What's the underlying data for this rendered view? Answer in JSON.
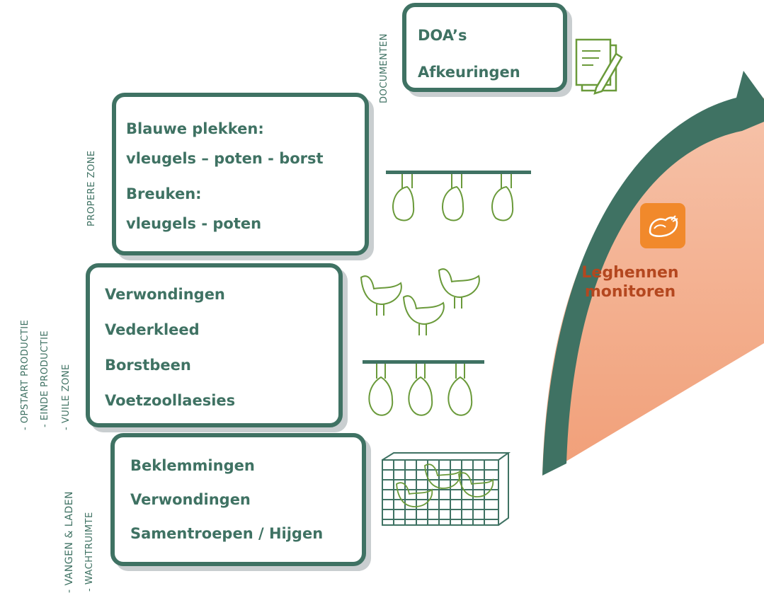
{
  "center": {
    "title_line1": "Leghennen",
    "title_line2": "monitoren",
    "icon": "chicken-icon"
  },
  "documents": {
    "label": "DOCUMENTEN",
    "items": [
      "DOA’s",
      "Afkeuringen"
    ]
  },
  "propere_zone": {
    "label": "PROPERE ZONE",
    "items": [
      "Blauwe plekken:",
      "vleugels – poten - borst",
      "Breuken:",
      "vleugels - poten"
    ]
  },
  "vuile_zone": {
    "labels": [
      "- OPSTART PRODUCTIE",
      "- EINDE PRODUCTIE",
      "- VUILE ZONE"
    ],
    "items": [
      "Verwondingen",
      "Vederkleed",
      "Borstbeen",
      "Voetzoollaesies"
    ]
  },
  "vangen": {
    "labels": [
      "- VANGEN & LADEN",
      "- WACHTRUIMTE"
    ],
    "items": [
      "Beklemmingen",
      "Verwondingen",
      "Samentroepen / Hijgen"
    ]
  },
  "colors": {
    "primary": "#3f7263",
    "accent_orange": "#f1892b",
    "title_red": "#b4471f",
    "wedge_light": "#f6c2a9",
    "wedge_dark": "#f0a27c",
    "illustration_green": "#6a9a3a"
  }
}
